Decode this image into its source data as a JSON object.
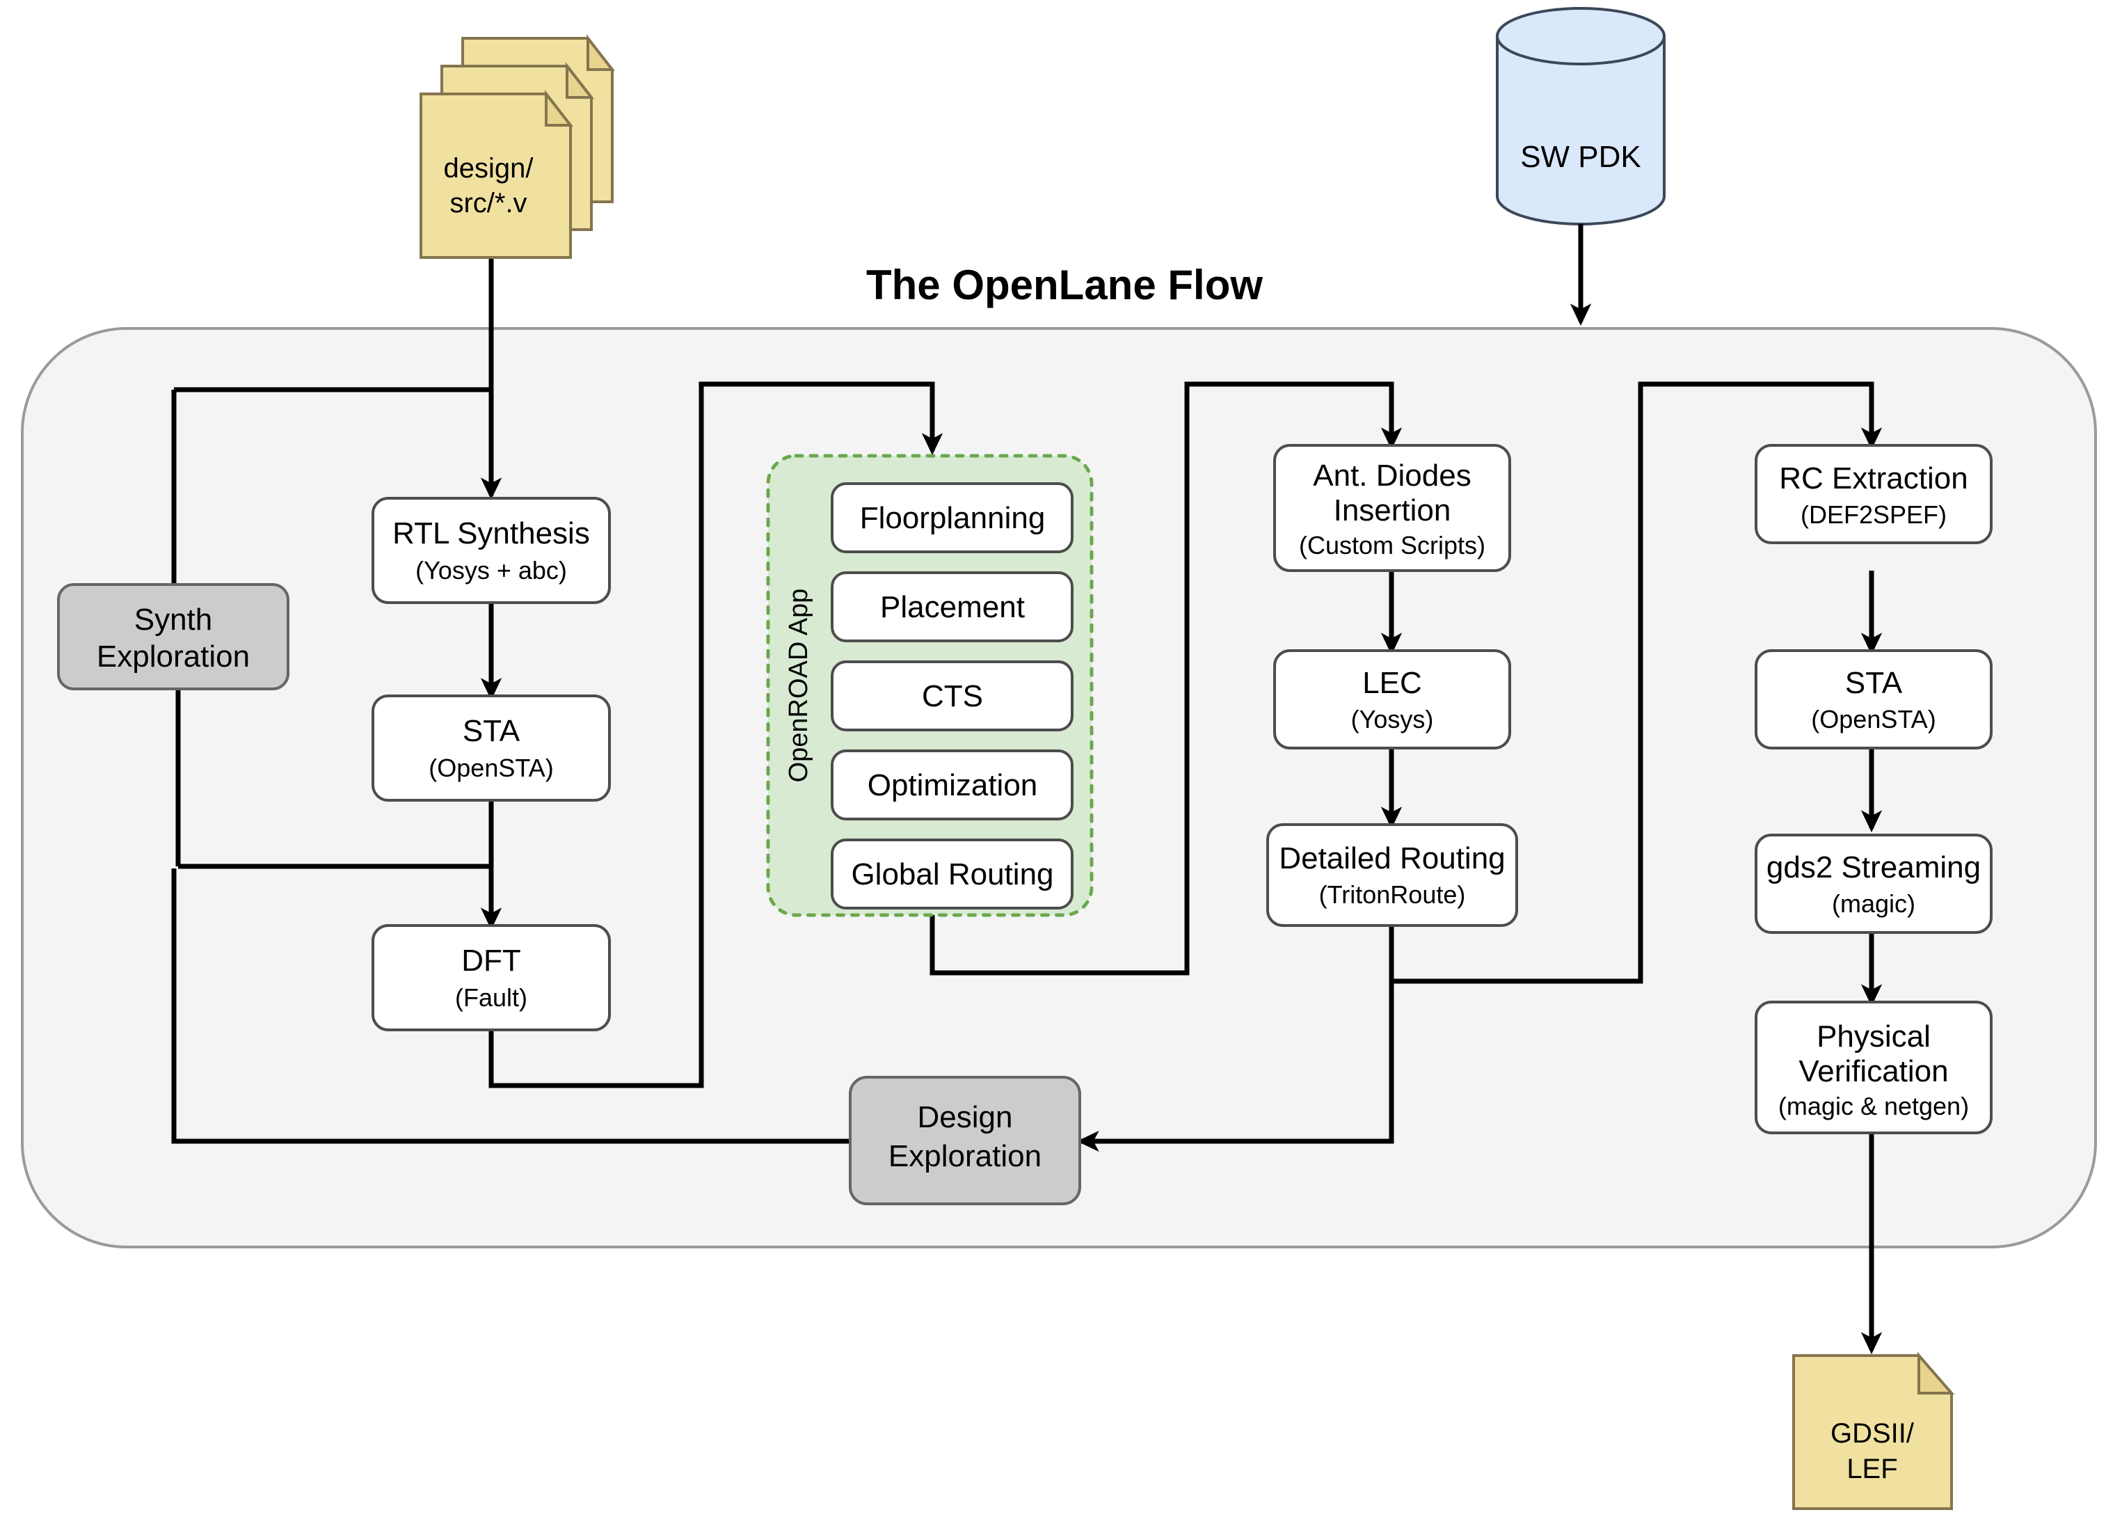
{
  "diagram": {
    "title": "The OpenLane Flow",
    "container_label": "flow-container"
  },
  "inputs": {
    "design_doc": {
      "line1": "design/",
      "line2": "src/*.v",
      "shape": "multi-document"
    },
    "pdk": {
      "label": "SW PDK",
      "shape": "cylinder"
    }
  },
  "outputs": {
    "gds_doc": {
      "line1": "GDSII/",
      "line2": "LEF",
      "shape": "document"
    }
  },
  "columns": {
    "synthesis": [
      {
        "id": "rtl-synthesis",
        "title": "RTL Synthesis",
        "sub": "(Yosys + abc)"
      },
      {
        "id": "sta-1",
        "title": "STA",
        "sub": "(OpenSTA)"
      },
      {
        "id": "dft",
        "title": "DFT",
        "sub": "(Fault)"
      }
    ],
    "openroad": {
      "group_label": "OpenROAD App",
      "steps": [
        {
          "id": "floorplanning",
          "title": "Floorplanning"
        },
        {
          "id": "placement",
          "title": "Placement"
        },
        {
          "id": "cts",
          "title": "CTS"
        },
        {
          "id": "optimization",
          "title": "Optimization"
        },
        {
          "id": "global-routing",
          "title": "Global Routing"
        }
      ]
    },
    "routing": [
      {
        "id": "ant-diodes",
        "title1": "Ant. Diodes",
        "title2": "Insertion",
        "sub": "(Custom Scripts)"
      },
      {
        "id": "lec",
        "title": "LEC",
        "sub": "(Yosys)"
      },
      {
        "id": "detailed-routing",
        "title": "Detailed Routing",
        "sub": "(TritonRoute)"
      }
    ],
    "signoff": [
      {
        "id": "rc-extraction",
        "title": "RC Extraction",
        "sub": "(DEF2SPEF)"
      },
      {
        "id": "sta-2",
        "title": "STA",
        "sub": "(OpenSTA)"
      },
      {
        "id": "gds2-streaming",
        "title": "gds2 Streaming",
        "sub": "(magic)"
      },
      {
        "id": "physical-verification",
        "title1": "Physical",
        "title2": "Verification",
        "sub": "(magic & netgen)"
      }
    ]
  },
  "exploration": {
    "synth": {
      "line1": "Synth",
      "line2": "Exploration"
    },
    "design": {
      "line1": "Design",
      "line2": "Exploration"
    }
  },
  "colors": {
    "document_fill": "#f0e1a0",
    "document_stroke": "#85754e",
    "pdk_fill": "#dae8fc",
    "pdk_stroke": "#3c4858",
    "group_fill": "#d9ead3",
    "group_stroke": "#6aa84f",
    "container_fill": "#f4f4f4",
    "gray_node_fill": "#cccccc",
    "edge_stroke": "#000000"
  }
}
